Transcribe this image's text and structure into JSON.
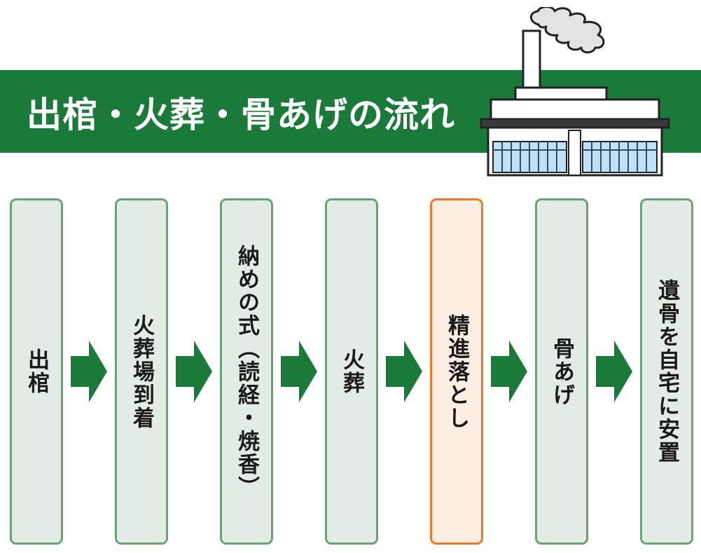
{
  "header": {
    "title": "出棺・火葬・骨あげの流れ",
    "background_color": "#1b7a3a",
    "icon": "crematorium-building-icon"
  },
  "steps": [
    {
      "label": "出棺"
    },
    {
      "label": "火葬場到着"
    },
    {
      "label": "納めの式（読経・焼香）"
    },
    {
      "label": "火葬"
    },
    {
      "label": "精進落とし",
      "highlighted": true
    },
    {
      "label": "骨あげ"
    },
    {
      "label": "遺骨を自宅に安置"
    }
  ],
  "colors": {
    "step_border": "#6ba273",
    "step_fill": "#e2ebe4",
    "highlight_border": "#e87a2a",
    "highlight_fill": "#fdeee3",
    "arrow": "#1b7a3a"
  }
}
